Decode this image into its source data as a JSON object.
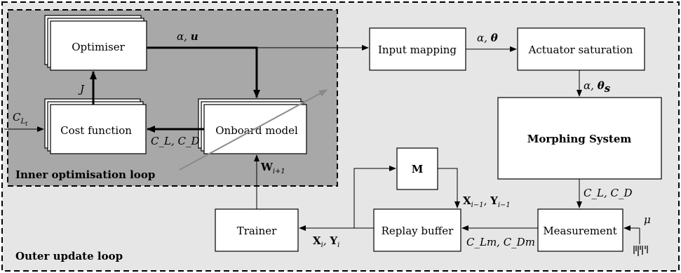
{
  "regions": {
    "outer_label": "Outer update loop",
    "inner_label": "Inner optimisation loop"
  },
  "blocks": {
    "optimiser": "Optimiser",
    "cost_function": "Cost function",
    "onboard_model": "Onboard model",
    "input_mapping": "Input mapping",
    "actuator_saturation": "Actuator saturation",
    "morphing_system": "Morphing System",
    "m_block": "M",
    "replay_buffer": "Replay buffer",
    "trainer": "Trainer",
    "measurement": "Measurement"
  },
  "signals": {
    "alpha_u": {
      "sym": "α,",
      "bold": "u"
    },
    "alpha_theta": {
      "sym": "α,",
      "bold": "θ"
    },
    "alpha_theta_s": {
      "sym": "α,",
      "bold": "θ",
      "sub": "s"
    },
    "j": "J",
    "cl_t": {
      "main": "C",
      "sub": "L",
      "subsub": "t"
    },
    "cl_cd_inner": "C_L, C_D",
    "w_next": {
      "bold": "W",
      "sub": "i+1"
    },
    "cl_cd_outer": "C_L, C_D",
    "x_prev_y_prev": {
      "x": "X",
      "y": "Y",
      "sub": "i−1"
    },
    "x_i_y_i": {
      "x": "X",
      "y": "Y",
      "sub": "i"
    },
    "clm_cdm": "C_Lm, C_Dm",
    "mu": "μ"
  }
}
